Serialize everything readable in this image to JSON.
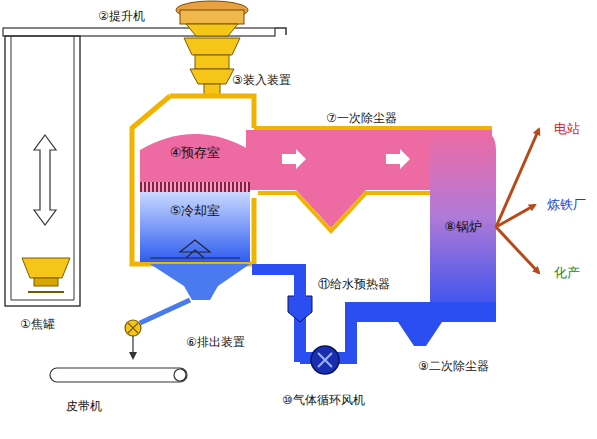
{
  "diagram": {
    "nodes": [
      {
        "text": [
          "④预存室"
        ]
      },
      {
        "text": [
          "⑤冷却室"
        ]
      },
      {
        "text": [
          "⑧锅炉"
        ]
      },
      {
        "text": [
          "电站"
        ]
      },
      {
        "text": [
          "炼铁厂"
        ]
      },
      {
        "text": [
          "化产"
        ]
      }
    ],
    "edges": [
      {
        "from": 2,
        "to": 3,
        "arrow": "to"
      },
      {
        "from": 2,
        "to": 4,
        "arrow": "to"
      },
      {
        "from": 2,
        "to": 5,
        "arrow": "to"
      }
    ],
    "labels": [
      "②提升机",
      "③装入装置",
      "⑦一次除尘器",
      "①焦罐",
      "⑥排出装置",
      "⑪给水预热器",
      "⑨二次除尘器",
      "⑩气体循环风机",
      "皮带机"
    ]
  }
}
